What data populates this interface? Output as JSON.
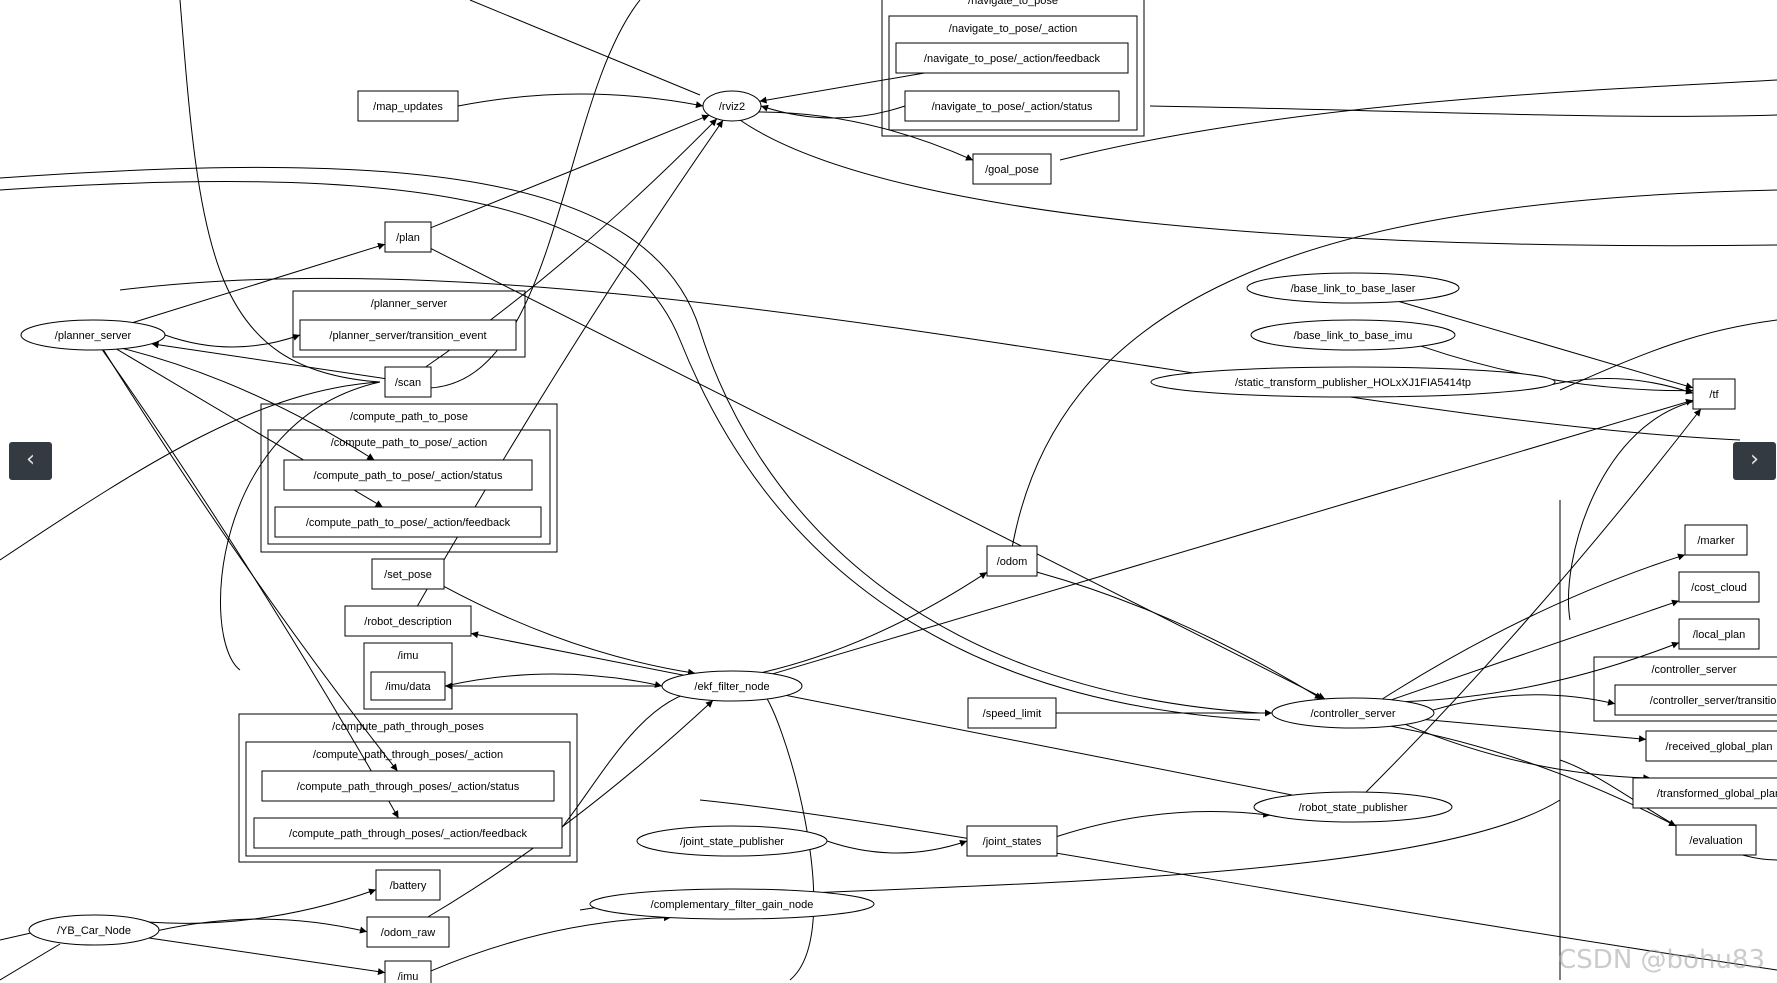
{
  "nodes": [
    {
      "id": "rviz2",
      "label": "/rviz2",
      "shape": "ellipse"
    },
    {
      "id": "map_updates",
      "label": "/map_updates",
      "shape": "box"
    },
    {
      "id": "goal_pose",
      "label": "/goal_pose",
      "shape": "box"
    },
    {
      "id": "plan",
      "label": "/plan",
      "shape": "box"
    },
    {
      "id": "planner_server",
      "label": "/planner_server",
      "shape": "ellipse"
    },
    {
      "id": "planner_transition",
      "label": "/planner_server/transition_event",
      "shape": "box"
    },
    {
      "id": "scan",
      "label": "/scan",
      "shape": "box"
    },
    {
      "id": "cptp_status",
      "label": "/compute_path_to_pose/_action/status",
      "shape": "box"
    },
    {
      "id": "cptp_feedback",
      "label": "/compute_path_to_pose/_action/feedback",
      "shape": "box"
    },
    {
      "id": "set_pose",
      "label": "/set_pose",
      "shape": "box"
    },
    {
      "id": "robot_description",
      "label": "/robot_description",
      "shape": "box"
    },
    {
      "id": "imu_data",
      "label": "/imu/data",
      "shape": "box"
    },
    {
      "id": "ekf",
      "label": "/ekf_filter_node",
      "shape": "ellipse"
    },
    {
      "id": "cpthp_status",
      "label": "/compute_path_through_poses/_action/status",
      "shape": "box"
    },
    {
      "id": "cpthp_feedback",
      "label": "/compute_path_through_poses/_action/feedback",
      "shape": "box"
    },
    {
      "id": "jsp",
      "label": "/joint_state_publisher",
      "shape": "ellipse"
    },
    {
      "id": "cfg",
      "label": "/complementary_filter_gain_node",
      "shape": "ellipse"
    },
    {
      "id": "battery",
      "label": "/battery",
      "shape": "box"
    },
    {
      "id": "yb",
      "label": "/YB_Car_Node",
      "shape": "ellipse"
    },
    {
      "id": "odom_raw",
      "label": "/odom_raw",
      "shape": "box"
    },
    {
      "id": "imu_bottom",
      "label": "/imu",
      "shape": "box"
    },
    {
      "id": "ntp_feedback",
      "label": "/navigate_to_pose/_action/feedback",
      "shape": "box"
    },
    {
      "id": "ntp_status",
      "label": "/navigate_to_pose/_action/status",
      "shape": "box"
    },
    {
      "id": "odom",
      "label": "/odom",
      "shape": "box"
    },
    {
      "id": "speed_limit",
      "label": "/speed_limit",
      "shape": "box"
    },
    {
      "id": "controller",
      "label": "/controller_server",
      "shape": "ellipse"
    },
    {
      "id": "joint_states",
      "label": "/joint_states",
      "shape": "box"
    },
    {
      "id": "rsp",
      "label": "/robot_state_publisher",
      "shape": "ellipse"
    },
    {
      "id": "bl_laser",
      "label": "/base_link_to_base_laser",
      "shape": "ellipse"
    },
    {
      "id": "bl_imu",
      "label": "/base_link_to_base_imu",
      "shape": "ellipse"
    },
    {
      "id": "static_tp",
      "label": "/static_transform_publisher_HOLxXJ1FIA5414tp",
      "shape": "ellipse"
    },
    {
      "id": "tf",
      "label": "/tf",
      "shape": "box"
    },
    {
      "id": "marker",
      "label": "/marker",
      "shape": "box"
    },
    {
      "id": "cost_cloud",
      "label": "/cost_cloud",
      "shape": "box"
    },
    {
      "id": "local_plan",
      "label": "/local_plan",
      "shape": "box"
    },
    {
      "id": "ctrl_transition",
      "label": "/controller_server/transition_ev",
      "shape": "box"
    },
    {
      "id": "received_plan",
      "label": "/received_global_plan",
      "shape": "box"
    },
    {
      "id": "transformed_plan",
      "label": "/transformed_global_plan",
      "shape": "box"
    },
    {
      "id": "evaluation",
      "label": "/evaluation",
      "shape": "box"
    }
  ],
  "clusters": [
    {
      "id": "cl_ntp",
      "label": "/navigate_to_pose"
    },
    {
      "id": "cl_ntp_action",
      "label": "/navigate_to_pose/_action"
    },
    {
      "id": "cl_planner",
      "label": "/planner_server"
    },
    {
      "id": "cl_cptp",
      "label": "/compute_path_to_pose"
    },
    {
      "id": "cl_cptp_action",
      "label": "/compute_path_to_pose/_action"
    },
    {
      "id": "cl_imu",
      "label": "/imu"
    },
    {
      "id": "cl_cpthp",
      "label": "/compute_path_through_poses"
    },
    {
      "id": "cl_cpthp_action",
      "label": "/compute_path_through_poses/_action"
    },
    {
      "id": "cl_controller",
      "label": "/controller_server"
    }
  ],
  "edges": [
    [
      "map_updates",
      "rviz2"
    ],
    [
      "plan",
      "rviz2"
    ],
    [
      "scan",
      "rviz2"
    ],
    [
      "robot_description",
      "rviz2"
    ],
    [
      "ntp_feedback",
      "rviz2"
    ],
    [
      "ntp_status",
      "rviz2"
    ],
    [
      "rviz2",
      "goal_pose"
    ],
    [
      "planner_server",
      "plan"
    ],
    [
      "planner_server",
      "planner_transition"
    ],
    [
      "planner_server",
      "cptp_status"
    ],
    [
      "planner_server",
      "cptp_feedback"
    ],
    [
      "planner_server",
      "cpthp_status"
    ],
    [
      "planner_server",
      "cpthp_feedback"
    ],
    [
      "scan",
      "planner_server"
    ],
    [
      "set_pose",
      "ekf"
    ],
    [
      "imu_data",
      "ekf"
    ],
    [
      "ekf",
      "imu_data"
    ],
    [
      "ekf",
      "odom"
    ],
    [
      "odom",
      "controller"
    ],
    [
      "speed_limit",
      "controller"
    ],
    [
      "jsp",
      "joint_states"
    ],
    [
      "joint_states",
      "rsp"
    ],
    [
      "rsp",
      "robot_description"
    ],
    [
      "yb",
      "battery"
    ],
    [
      "yb",
      "odom_raw"
    ],
    [
      "yb",
      "imu_bottom"
    ],
    [
      "odom_raw",
      "ekf"
    ],
    [
      "imu_bottom",
      "cfg"
    ],
    [
      "bl_laser",
      "tf"
    ],
    [
      "bl_imu",
      "tf"
    ],
    [
      "static_tp",
      "tf"
    ],
    [
      "ekf",
      "tf"
    ],
    [
      "rsp",
      "tf"
    ],
    [
      "controller",
      "marker"
    ],
    [
      "controller",
      "cost_cloud"
    ],
    [
      "controller",
      "local_plan"
    ],
    [
      "controller",
      "ctrl_transition"
    ],
    [
      "controller",
      "received_plan"
    ],
    [
      "controller",
      "transformed_plan"
    ],
    [
      "controller",
      "evaluation"
    ],
    [
      "plan",
      "controller"
    ]
  ],
  "nav": {
    "prev_label": "‹",
    "next_label": "›"
  },
  "watermark": "CSDN @bohu83"
}
